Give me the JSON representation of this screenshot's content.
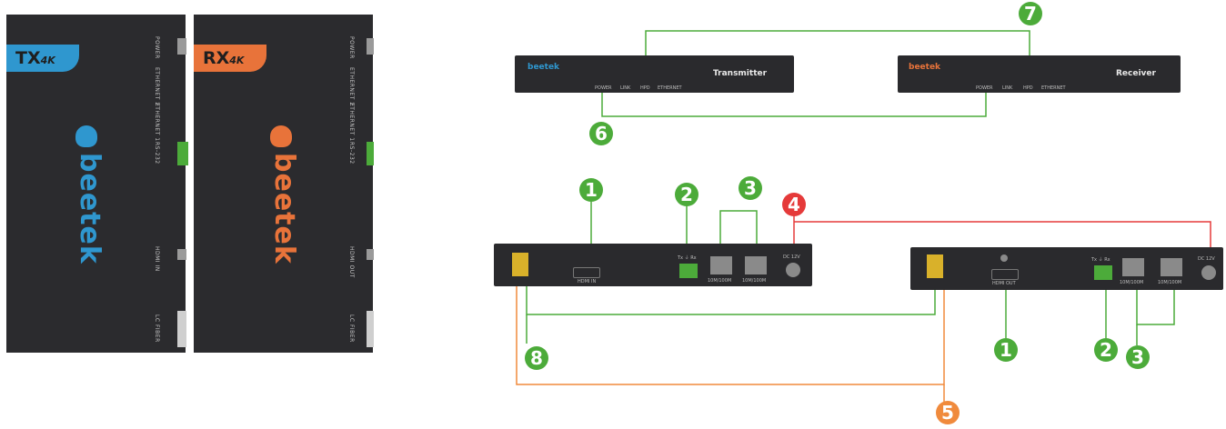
{
  "left_units": {
    "tx": {
      "tag": "TX",
      "tag_sub": "4K",
      "tag_color": "#2f97cf",
      "brand": "beetek",
      "brand_color": "#2f97cf",
      "ports": [
        "POWER",
        "ETHERNET 2",
        "ETHERNET 1",
        "RS-232",
        "HDMI IN",
        "LC FIBER"
      ]
    },
    "rx": {
      "tag": "RX",
      "tag_sub": "4K",
      "tag_color": "#e8733a",
      "brand": "beetek",
      "brand_color": "#e8733a",
      "ports": [
        "POWER",
        "ETHERNET 2",
        "ETHERNET 1",
        "RS-232",
        "HDMI OUT",
        "LC FIBER"
      ]
    }
  },
  "front_panels": {
    "transmitter": {
      "logo": "beetek",
      "title": "Transmitter",
      "leds": [
        "POWER",
        "LINK",
        "HPD",
        "ETHERNET"
      ]
    },
    "receiver": {
      "logo": "beetek",
      "title": "Receiver",
      "leds": [
        "POWER",
        "LINK",
        "HPD",
        "ETHERNET"
      ]
    }
  },
  "rear_panels": {
    "tx": {
      "hdmi": "HDMI IN",
      "rs232": "Tx  ⏚  Rx",
      "eth1": "10M/100M",
      "eth2": "10M/100M",
      "dc": "DC 12V"
    },
    "rx": {
      "hdmi": "HDMI OUT",
      "rs232": "Tx  ⏚  Rx",
      "eth1": "10M/100M",
      "eth2": "10M/100M",
      "dc": "DC 12V"
    }
  },
  "callouts": {
    "c1": "1",
    "c2": "2",
    "c3": "3",
    "c4": "4",
    "c5": "5",
    "c6": "6",
    "c7": "7",
    "c8": "8"
  },
  "colors": {
    "green": "#4cab3a",
    "red": "#e53a3a",
    "orange": "#f08a3c",
    "device": "#2b2b2e"
  }
}
